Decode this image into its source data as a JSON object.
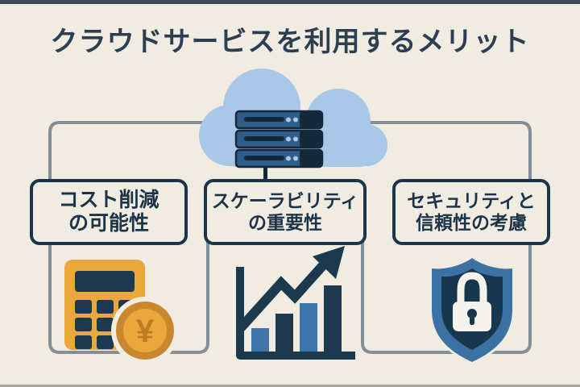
{
  "page": {
    "background_color": "#f1ece2",
    "top_bar_color": "#3d4956",
    "bottom_bar_color": "#a3a6a4"
  },
  "title": {
    "text": "クラウドサービスを利用するメリット",
    "color": "#2d3e50"
  },
  "diagram": {
    "connector_color": "#868e95",
    "accent_dark": "#1d3348",
    "cloud": {
      "color": "#a9c7e6"
    },
    "server": {
      "body_color": "#2d5d88",
      "panel_color": "#16293a",
      "dot_color": "#a9c7e6"
    },
    "boxes": [
      {
        "id": "cost",
        "line1": "コスト削減",
        "line2": "の可能性",
        "icon": "calculator-yen"
      },
      {
        "id": "scalability",
        "line1": "スケーラビリティ",
        "line2": "の重要性",
        "icon": "growth-chart"
      },
      {
        "id": "security",
        "line1": "セキュリティと",
        "line2": "信頼性の考慮",
        "icon": "shield-lock"
      }
    ],
    "calculator": {
      "body_color": "#eaa83c",
      "display_color": "#1d394e",
      "button_color": "#1d394e"
    },
    "coin": {
      "symbol": "¥",
      "ring_color": "#c9882e",
      "face_color": "#eaa83c",
      "symbol_color": "#bd7d22"
    },
    "chart": {
      "bar_light_color": "#3f74a8",
      "bar_dark_color": "#1d394e",
      "axis_color": "#1d394e"
    },
    "shield": {
      "outer_color": "#3c71a4",
      "inner_color": "#16374e",
      "lock_color": "#f6f3ec"
    }
  }
}
